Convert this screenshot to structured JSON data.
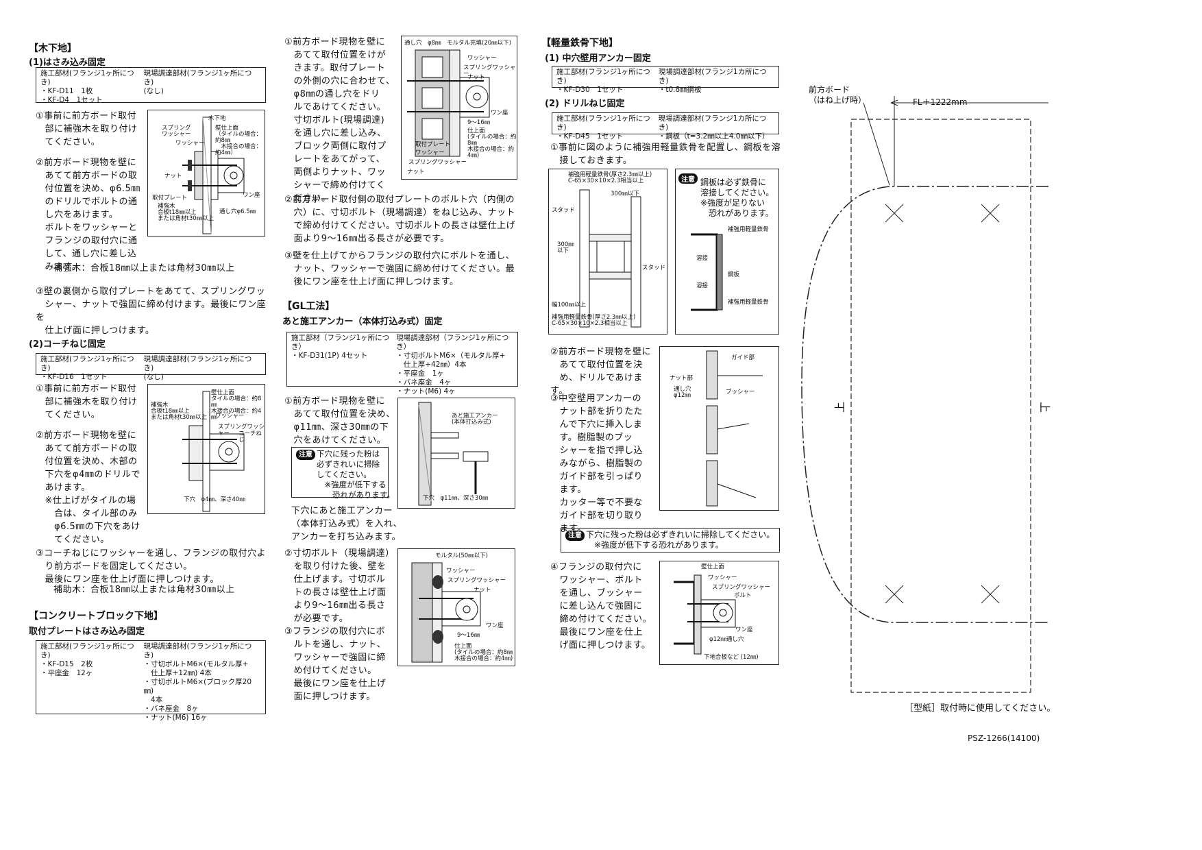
{
  "col1": {
    "wood_title": "【木下地】",
    "clamp_title": "(1)はさみ込み固定",
    "table1": {
      "h1": "施工部材(フランジ1ヶ所につき)",
      "h2": "現場調達部材(フランジ1ヶ所につき)",
      "c1": "・KF-D11　1枚\n・KF-D4　1セット",
      "c2": "(なし)"
    },
    "s1_1": "①事前に前方ボード取付\n　部に補強木を取り付け\n　てください。",
    "s1_2": "②前方ボード現物を壁に\n　あてて前方ボードの取\n　付位置を決め、φ6.5㎜\n　のドリルでボルトの通\n　し穴をあけます。\n　ボルトをワッシャーと\n　フランジの取付穴に通\n　して、通し穴に差し込\n　みます。",
    "s1_note": "補強木：合板18㎜以上または角材30㎜以上",
    "s1_3": "③壁の裏側から取付プレートをあてて、スプリングワッ\n　シャー、ナットで強固に締め付けます。最後にワン座を\n　仕上げ面に押しつけます。",
    "fig1": {
      "l1": "スプリング\nワッシャー",
      "l2": "木下地",
      "l3": "壁仕上面\n（タイルの場合：約8㎜\n　木接合の場合：約4㎜）",
      "l4": "ワッシャー",
      "l5": "ナット",
      "l6": "取付プレート",
      "l7": "補強木\n合板t18㎜以上\nまたは角材t30㎜以上",
      "l8": "ワン座",
      "l9": "通し穴φ6.5㎜"
    },
    "coach_title": "(2)コーチねじ固定",
    "table2": {
      "h1": "施工部材(フランジ1ヶ所につき)",
      "h2": "現場調達部材(フランジ1ヶ所につき)",
      "c1": "・KF-D16　1セット",
      "c2": "(なし)"
    },
    "s2_1": "①事前に前方ボード取付\n　部に補強木を取り付け\n　てください。",
    "s2_2": "②前方ボード現物を壁に\n　あてて前方ボードの取\n　付位置を決め、木部の\n　下穴をφ4㎜のドリルで\n　あけます。\n　※仕上げがタイルの場\n　　合は、タイル部のみ\n　　φ6.5㎜の下穴をあけ\n　　てください。",
    "s2_3": "③コーチねじにワッシャーを通し、フランジの取付穴よ\n　り前方ボードを固定してください。\n　最後にワン座を仕上げ面に押しつけます。",
    "s2_note": "補助木：合板18㎜以上または角材30㎜以上",
    "fig2": {
      "l1": "補強木\n合板t18㎜以上\nまたは角材t30㎜以上",
      "l2": "壁仕上面\nタイルの場合：約8㎜\n木接合の場合：約4㎜",
      "l3": "ワッシャー",
      "l4": "スプリングワッシャー",
      "l5": "コーチねじ",
      "l6": "下穴　φ4㎜、深さ40㎜"
    },
    "block_title": "【コンクリートブロック下地】",
    "block_sub": "取付プレートはさみ込み固定",
    "table3": {
      "h1": "施工部材(フランジ1ヶ所につき)",
      "h2": "現場調達部材(フランジ1ヶ所につき)",
      "c1": "・KF-D15　2枚\n・平座金　12ヶ",
      "c2": "・寸切ボルトM6×(モルタル厚+\n　仕上厚+12㎜) 4本\n・寸切ボルトM6×(ブロック厚20㎜)\n　4本\n・バネ座金　8ヶ\n・ナット(M6) 16ヶ"
    }
  },
  "col2": {
    "b1": "①前方ボード現物を壁に\n　あてて取付位置をけが\n　きます。取付プレート\n　の外側の穴に合わせて、\n　φ8㎜の通し穴をドリ\n　ルであけてください。\n　寸切ボルト(現場調達)\n　を通し穴に差し込み、\n　ブロック両側に取付プ\n　レートをあてがって、\n　両側よりナット、ワッ\n　シャーで締め付けてく\n　ださい。",
    "b2": "②前方ボード取付側の取付プレートのボルト穴（内側の\n　穴）に、寸切ボルト（現場調達）をねじ込み、ナット\n　で締め付けてください。寸切ボルトの長さは壁仕上げ\n　面より9～16㎜出る長さが必要です。",
    "b3": "③壁を仕上げてからフランジの取付穴にボルトを通し、\n　ナット、ワッシャーで強固に締め付けてください。最\n　後にワン座を仕上げ面に押しつけます。",
    "fig3": {
      "l1": "通し穴　φ8㎜",
      "l2": "モルタル充填(20㎜以下)",
      "l3": "ワッシャー",
      "l4": "スプリングワッシャー",
      "l5": "ナット",
      "l6": "ワン座",
      "l7": "9～16㎜",
      "l8": "仕上面\n(タイルの場合：約8㎜\n木接合の場合：約4㎜)",
      "l9": "取付プレート",
      "l10": "ワッシャー",
      "l11": "スプリングワッシャー",
      "l12": "ナット"
    },
    "gl_title": "【GL工法】",
    "gl_sub": "あと施工アンカー（本体打込み式）固定",
    "table4": {
      "h1": "施工部材（フランジ1ヶ所につき）",
      "h2": "現場調達部材（フランジ1ヶ所につき）",
      "c1": "・KF-D31(1P) 4セット",
      "c2": "・寸切ボルトM6×（モルタル厚+\n　仕上厚+42㎜）4本\n・平座金　1ヶ\n・バネ座金　4ヶ\n・ナット(M6) 4ヶ"
    },
    "g1": "①前方ボード現物を壁に\n　あてて取付位置を決め、\n　φ11㎜、深さ30㎜の下\n　穴をあけてください。",
    "g1_note_tag": "注意",
    "g1_note": "下穴に残った粉は\n必ずきれいに掃除\nしてください。\n　※強度が低下する\n　　恐れがあります。",
    "g1_2": "下穴にあと施工アンカー\n（本体打込み式）を入れ、\nアンカーを打ち込みます。",
    "fig4": {
      "l1": "あと施工アンカー\n(本体打込み式)",
      "l2": "下穴　φ11㎜、深さ30㎜"
    },
    "g2": "②寸切ボルト（現場調達）\n　を取り付けた後、壁を\n　仕上げます。寸切ボル\n　トの長さは壁仕上げ面\n　より9～16㎜出る長さ\n　が必要です。",
    "g3": "③フランジの取付穴にボ\n　ルトを通し、ナット、\n　ワッシャーで強固に締\n　め付けてください。\n　最後にワン座を仕上げ\n　面に押しつけます。",
    "fig5": {
      "l1": "モルタル(50㎜以下)",
      "l2": "ワッシャー",
      "l3": "スプリングワッシャー",
      "l4": "ナット",
      "l5": "ワン座",
      "l6": "9～16㎜",
      "l7": "仕上面\n(タイルの場合：約8㎜\n木接合の場合：約4㎜)"
    }
  },
  "col3": {
    "steel_title": "【軽量鉄骨下地】",
    "s1_title": "(1) 中穴壁用アンカー固定",
    "table5": {
      "h1": "施工部材(フランジ1ヶ所につき)",
      "h2": "現場調達部材(フランジ1カ所につき)",
      "c1": "・KF-D30　1セット",
      "c2": "・t0.8㎜鋼板"
    },
    "s2_title": "(2) ドリルねじ固定",
    "table6": {
      "h1": "施工部材(フランジ1ヶ所につき)",
      "h2": "現場調達部材(フランジ1カ所につき)",
      "c1": "・KF-D45　1セット",
      "c2": "・鋼板（t=3.2㎜以上4.0㎜以下）"
    },
    "t1": "①事前に図のように補強用軽量鉄骨を配置し、鋼板を溶\n　接しておきます。",
    "fig6": {
      "l1": "補強用軽量鉄骨(厚さ2.3㎜以上)\nC-65×30×10×2.3相当以上",
      "l2": "300㎜以下",
      "l3": "スタッド",
      "l4": "300㎜\n以下",
      "l5": "スタッド",
      "l6": "幅100㎜以上",
      "l7": "補強用軽量鉄骨(厚さ2.3㎜以上)\nC-65×30×10×2.3相当以上"
    },
    "note_tag": "注意",
    "fig7_note": "鋼板は必ず鉄骨に\n溶接してください。\n※強度が足りない\n　恐れがあります。",
    "fig7": {
      "l1": "補強用軽量鉄骨",
      "l2": "溶接",
      "l3": "鋼板",
      "l4": "溶接",
      "l5": "補強用軽量鉄骨"
    },
    "t2": "②前方ボード現物を壁に\n　あてて取付位置を決\n　め、ドリルであけます。",
    "t3": "③中空壁用アンカーの\n　ナット部を折りたた\n　んで下穴に挿入しま\n　す。樹脂製のブッ\n　シャーを指で押し込\n　みながら、樹脂製の\n　ガイド部を引っぱり\n　ます。\n　カッター等で不要な\n　ガイド部を切り取り\n　ます。",
    "fig8": {
      "l1": "ガイド部",
      "l2": "ナット部",
      "l3": "通し穴\nφ12㎜",
      "l4": "ブッシャー"
    },
    "note2_tag": "注意",
    "note2": "下穴に残った粉は必ずきれいに掃除してください。\n　※強度が低下する恐れがあります。",
    "t4": "④フランジの取付穴に\n　ワッシャー、ボルト\n　を通し、ブッシャー\n　に差し込んで強固に\n　締め付けてください。\n　最後にワン座を仕上\n　げ面に押しつけます。",
    "fig9": {
      "l1": "壁仕上面",
      "l2": "ワッシャー",
      "l3": "スプリングワッシャー",
      "l4": "ボルト",
      "l5": "ワン座",
      "l6": "φ12㎜通し穴",
      "l7": "下地合板など (12㎜)"
    }
  },
  "template": {
    "board_label": "前方ボード\n（はね上げ時）",
    "fl_label": "FL＋1222mm",
    "left_mark": "上",
    "right_mark": "上",
    "caption": "［型紙］取付時に使用してください。",
    "doc_code": "PSZ-1266(14100)"
  }
}
